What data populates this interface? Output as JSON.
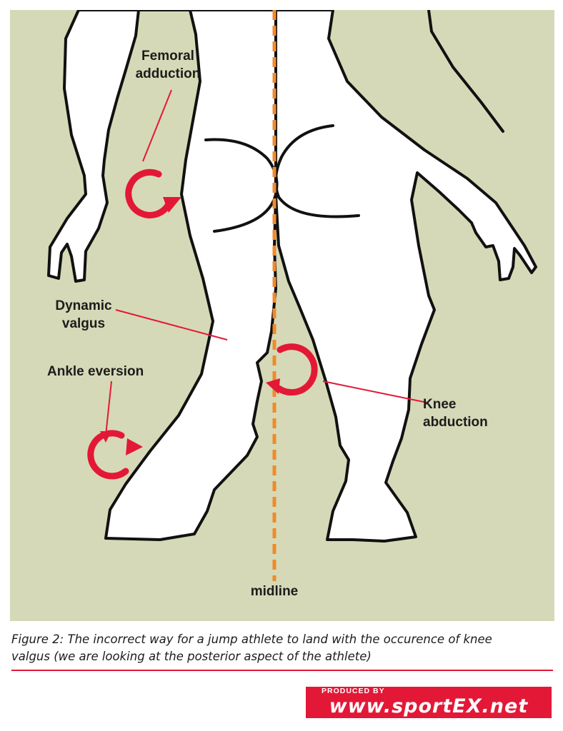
{
  "diagram": {
    "labels": {
      "femoral_adduction": [
        "Femoral",
        "adduction"
      ],
      "dynamic_valgus": [
        "Dynamic",
        "valgus"
      ],
      "ankle_eversion": "Ankle eversion",
      "knee_abduction": [
        "Knee",
        "abduction"
      ],
      "midline": "midline"
    },
    "colors": {
      "background": "#d6d9b7",
      "silhouette": "#ffffff",
      "outline": "#111111",
      "annotation": "#e31837",
      "midline": "#f08a2c"
    }
  },
  "caption": {
    "line1": "Figure 2: The incorrect way for a jump athlete to land with the occurence of knee",
    "line2": "valgus (we are looking at the posterior aspect of the athlete)"
  },
  "credit": {
    "top": "PRODUCED BY",
    "main": "www.sportEX.net"
  }
}
